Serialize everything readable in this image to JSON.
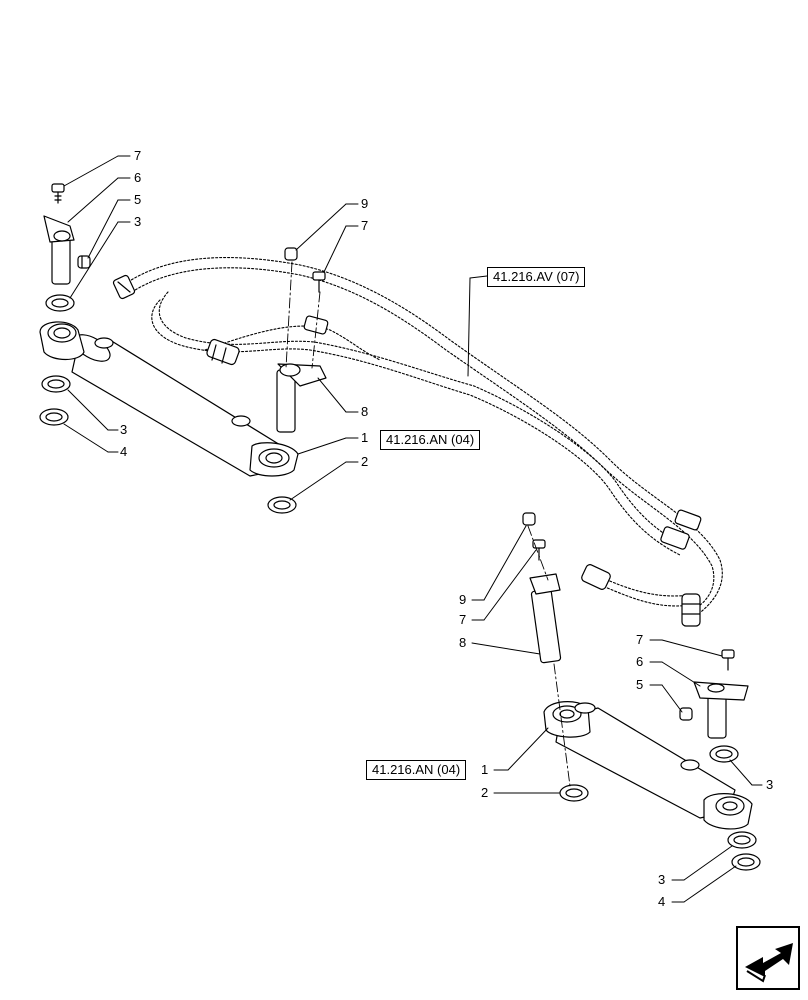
{
  "refs": {
    "hoses": "41.216.AV (07)",
    "cylinder_upper": "41.216.AN (04)",
    "cylinder_lower": "41.216.AN (04)"
  },
  "callouts": {
    "upper_left": [
      "7",
      "6",
      "5",
      "3",
      "3",
      "4"
    ],
    "upper_mid": [
      "9",
      "7",
      "8",
      "1",
      "2"
    ],
    "lower_mid": [
      "9",
      "7",
      "8",
      "1",
      "2"
    ],
    "lower_right": [
      "7",
      "6",
      "5",
      "3",
      "3",
      "4"
    ]
  },
  "icons": {
    "navigation": "next-page-arrow-icon"
  }
}
